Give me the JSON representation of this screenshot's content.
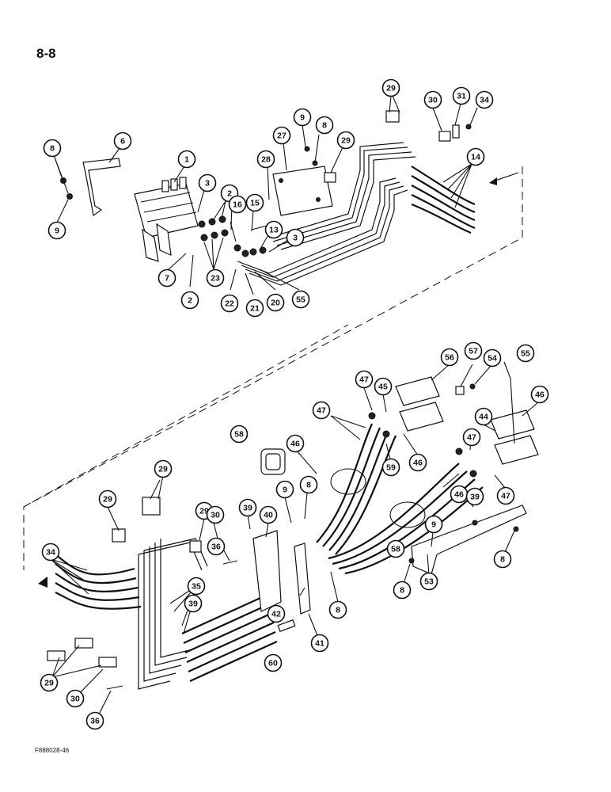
{
  "page_number": "8-8",
  "figure_code": "F888028-46",
  "callouts": [
    "8",
    "6",
    "9",
    "1",
    "3",
    "2",
    "16",
    "15",
    "27",
    "28",
    "29",
    "9",
    "8",
    "29",
    "30",
    "31",
    "34",
    "14",
    "13",
    "3",
    "7",
    "2",
    "23",
    "22",
    "21",
    "20",
    "55",
    "56",
    "57",
    "54",
    "55",
    "46",
    "47",
    "45",
    "47",
    "46",
    "59",
    "58",
    "46",
    "47",
    "44",
    "46",
    "39",
    "47",
    "29",
    "29",
    "29",
    "30",
    "39",
    "9",
    "8",
    "40",
    "36",
    "35",
    "39",
    "34",
    "9",
    "58",
    "53",
    "8",
    "42",
    "41",
    "8",
    "60",
    "29",
    "30",
    "36",
    "8"
  ]
}
